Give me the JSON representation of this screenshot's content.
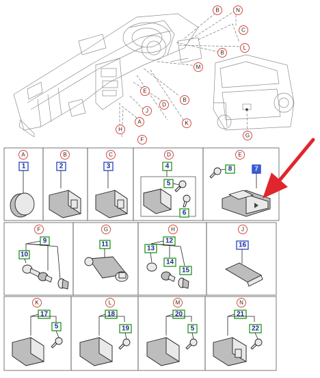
{
  "labels": {
    "A": "A",
    "B": "B",
    "C": "C",
    "D": "D",
    "E": "E",
    "F": "F",
    "G": "G",
    "H": "H",
    "J": "J",
    "K": "K",
    "L": "L",
    "M": "M",
    "N": "N"
  },
  "parts": [
    "1",
    "2",
    "3",
    "4",
    "5",
    "6",
    "7",
    "8",
    "9",
    "10",
    "11",
    "12",
    "13",
    "14",
    "15",
    "16",
    "17",
    "18",
    "19",
    "20",
    "21",
    "22"
  ],
  "colors": {
    "callout_circle": "#d9473b",
    "part_box_green": "#2e9a2e",
    "part_box_blue": "#2f4fc8",
    "arrow": "#e0262c"
  },
  "icons": [
    "red-arrow-icon"
  ]
}
